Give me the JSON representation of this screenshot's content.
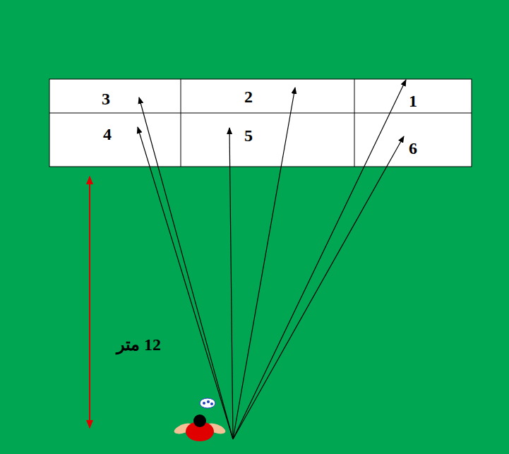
{
  "diagram": {
    "nodes": [
      {
        "text": [
          "3"
        ]
      },
      {
        "text": [
          "2"
        ]
      },
      {
        "text": [
          "1"
        ]
      },
      {
        "text": [
          "4"
        ]
      },
      {
        "text": [
          "5"
        ]
      },
      {
        "text": [
          "6"
        ]
      }
    ],
    "labels": [
      "12 متر"
    ]
  }
}
